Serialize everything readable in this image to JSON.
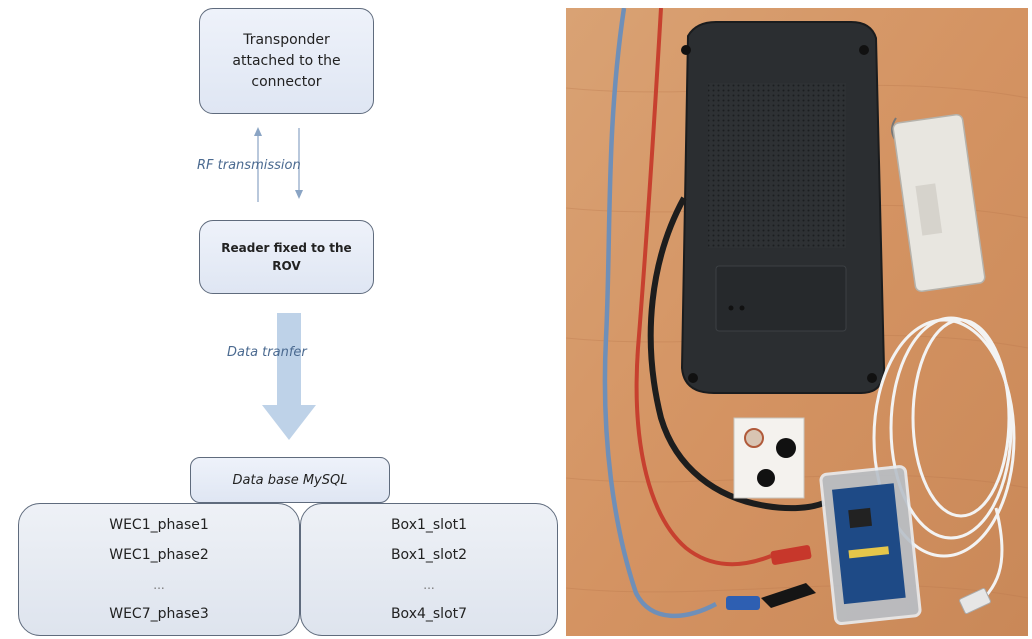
{
  "diagram": {
    "transponder": "Transponder attached to the connector",
    "rf_label": "RF transmission",
    "reader": "Reader fixed to the ROV",
    "transfer_label": "Data tranfer",
    "database": "Data base MySQL",
    "phases": [
      "WEC1_phase1",
      "WEC1_phase2",
      "...",
      "WEC7_phase3"
    ],
    "slots": [
      "Box1_slot1",
      "Box1_slot2",
      "...",
      "Box4_slot7"
    ]
  },
  "colors": {
    "box_fill": "#dfe6f3",
    "box_border": "#5f6b7d",
    "label_text": "#4b6a90",
    "big_arrow": "#b7cde6",
    "table_wood": "#d89a68"
  }
}
